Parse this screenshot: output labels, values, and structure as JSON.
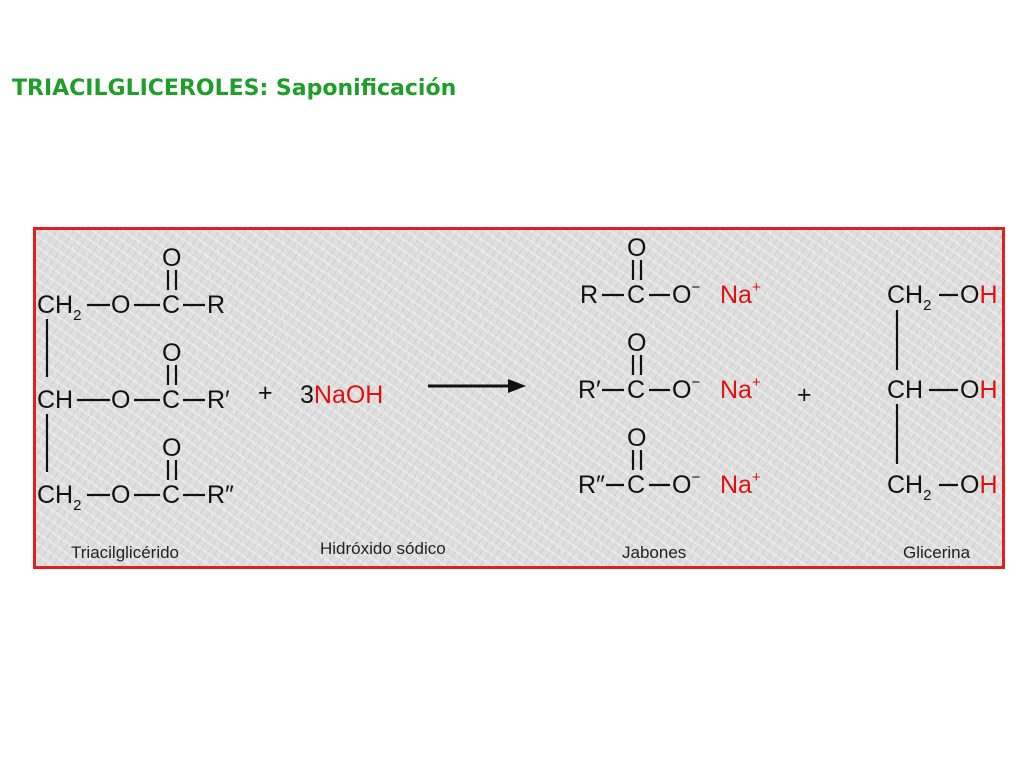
{
  "title": "TRIACILGLICEROLES: Saponificación",
  "colors": {
    "title": "#1f9e2a",
    "border": "#e02020",
    "reagent": "#e01010"
  },
  "triglyceride": {
    "ch2_top": "CH",
    "ch_mid": "CH",
    "ch2_bot": "CH",
    "subscript": "2",
    "oxygen": "O",
    "carbon": "C",
    "r1": "R",
    "r2": "R′",
    "r3": "R″"
  },
  "reaction": {
    "plus_left": "+",
    "coefficient": "3",
    "reagent": "NaOH",
    "arrow": "right-arrow-icon",
    "plus_right": "+"
  },
  "soaps": {
    "groups": [
      "R",
      "R′",
      "R″"
    ],
    "carbon": "C",
    "oxygen": "O",
    "anion_charge": "−",
    "cation": "Na",
    "cation_charge": "+"
  },
  "glycerol": {
    "ch2_top": "CH",
    "ch_mid": "CH",
    "ch2_bot": "CH",
    "subscript": "2",
    "o": "O",
    "h": "H"
  },
  "captions": {
    "triglyceride": "Triacilglicérido",
    "hydroxide": "Hidróxido sódico",
    "soaps": "Jabones",
    "glycerol": "Glicerina"
  }
}
